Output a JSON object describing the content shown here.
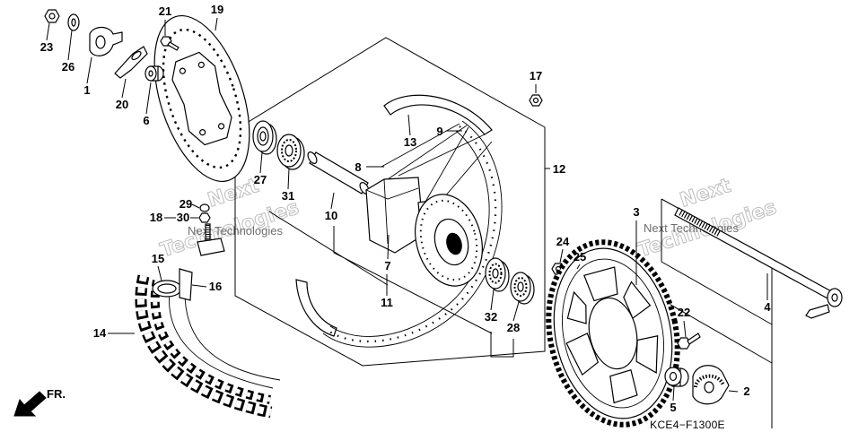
{
  "callouts": {
    "p1": "1",
    "p2": "2",
    "p3": "3",
    "p4": "4",
    "p5": "5",
    "p6": "6",
    "p7": "7",
    "p8": "8",
    "p9": "9",
    "p10": "10",
    "p11": "11",
    "p12": "12",
    "p13": "13",
    "p14": "14",
    "p15": "15",
    "p16": "16",
    "p17": "17",
    "p18": "18",
    "p19": "19",
    "p20": "20",
    "p21": "21",
    "p22": "22",
    "p23": "23",
    "p24": "24",
    "p25": "25",
    "p26": "26",
    "p27": "27",
    "p28": "28",
    "p29": "29",
    "p30": "30",
    "p31": "31",
    "p32": "32"
  },
  "direction_label": "FR.",
  "diagram_code": "KCE4−F1300E",
  "watermark": {
    "word1": "Next",
    "word2": "Technologies",
    "phrase": "Next Technologies"
  },
  "colors": {
    "line": "#000000",
    "watermark": "#bdbdbd",
    "background": "#ffffff"
  }
}
